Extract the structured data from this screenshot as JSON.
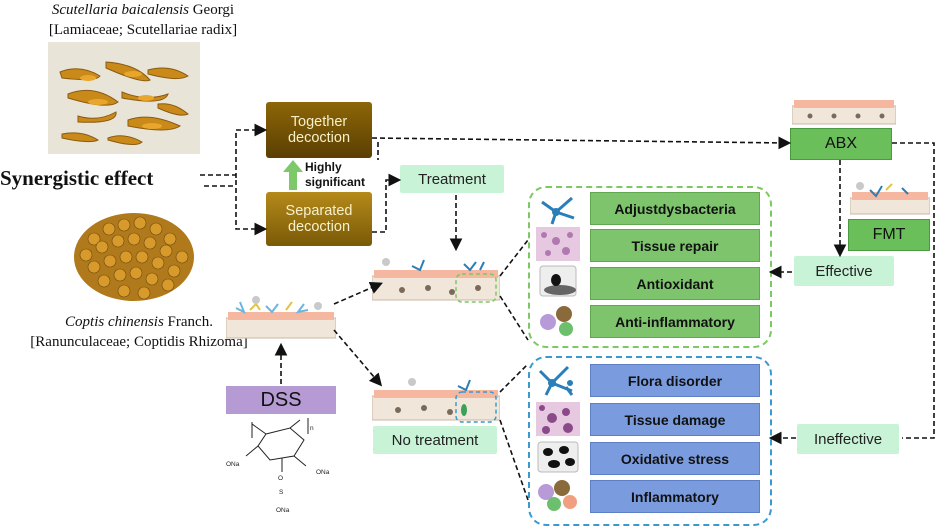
{
  "herb_top": {
    "latin": "Scutellaria baicalensis",
    "author": " Georgi",
    "family": "[Lamiaceae; Scutellariae radix]"
  },
  "herb_bottom": {
    "latin": "Coptis chinensis",
    "author": " Franch.",
    "family": "[Ranunculaceae; Coptidis Rhizoma]"
  },
  "synergistic": "Synergistic effect",
  "together": "Together decoction",
  "separated": "Separated decoction",
  "highly": "Highly significant",
  "treatment": "Treatment",
  "no_treatment": "No treatment",
  "dss": "DSS",
  "abx": "ABX",
  "fmt": "FMT",
  "effective": "Effective",
  "ineffective": "Ineffective",
  "effects_treated": [
    "Adjustdysbacteria",
    "Tissue repair",
    "Antioxidant",
    "Anti-inflammatory"
  ],
  "effects_untreated": [
    "Flora disorder",
    "Tissue damage",
    "Oxidative stress",
    "Inflammatory"
  ],
  "dss_structure": {
    "n": "n",
    "ona_left": "ONa",
    "ona_right": "ONa",
    "ona_bottom": "ONa",
    "o": "O",
    "s": "S"
  },
  "colors": {
    "green_dash": "#7cc862",
    "blue_dash": "#3a9ad0",
    "effect_green": "#7ec46d",
    "effect_blue": "#7a9bde",
    "label_mint": "#c9f3d6",
    "dss_purple": "#b59ad4"
  }
}
